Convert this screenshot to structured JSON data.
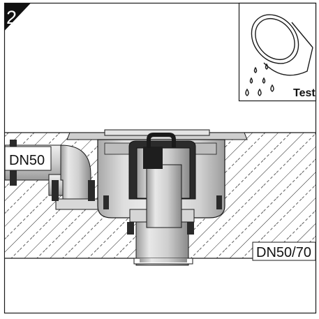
{
  "step": {
    "number": "2"
  },
  "test_panel": {
    "label": "Test",
    "icon": "water-drops-cup-icon"
  },
  "labels": {
    "inlet": "DN50",
    "outlet": "DN50/70"
  },
  "colors": {
    "ink": "#1a1a1a",
    "metal_light": "#e6e6e6",
    "metal_mid": "#c4c4c4",
    "metal_dark": "#8e8e8e",
    "seal": "#2a2a2a",
    "floor_band": "#d9d9d9",
    "badge": "#111111"
  }
}
